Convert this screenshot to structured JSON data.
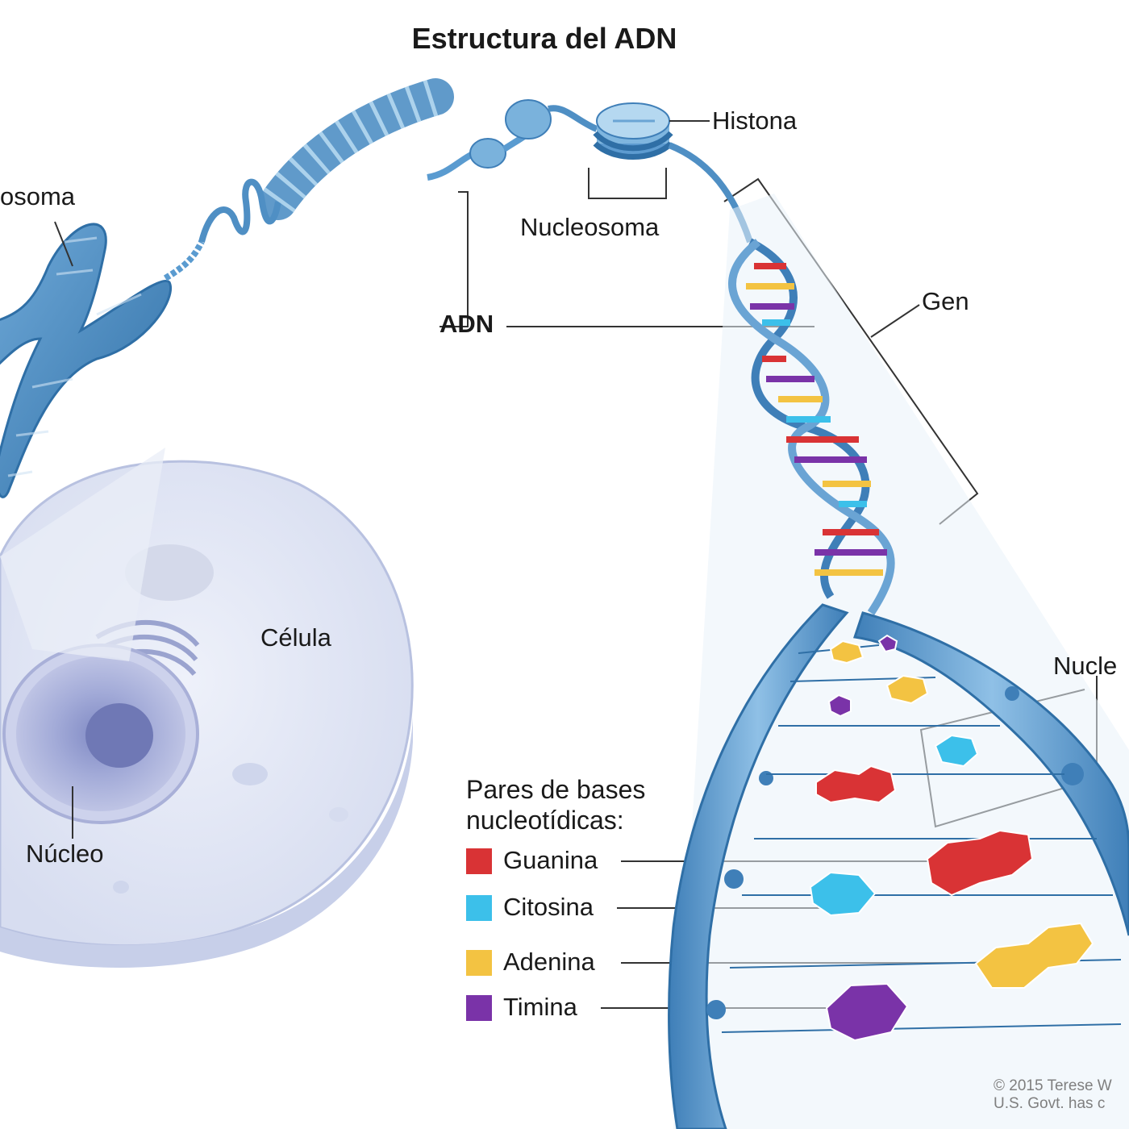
{
  "title": "Estructura del ADN",
  "labels": {
    "cromosoma": "osoma",
    "histona": "Histona",
    "nucleosoma": "Nucleosoma",
    "adn": "ADN",
    "gen": "Gen",
    "celula": "Célula",
    "nucleo": "Núcleo",
    "nucleotido": "Nucle"
  },
  "legend": {
    "title_line1": "Pares de bases",
    "title_line2": "nucleotídicas:",
    "items": [
      {
        "label": "Guanina",
        "color": "#d93335"
      },
      {
        "label": "Citosina",
        "color": "#3cc0ea"
      },
      {
        "label": "Adenina",
        "color": "#f3c342"
      },
      {
        "label": "Timina",
        "color": "#7a33a8"
      }
    ]
  },
  "copyright": {
    "line1": "© 2015 Terese W",
    "line2": "U.S. Govt. has c"
  },
  "colors": {
    "strand": "#4f8fc4",
    "strand_dark": "#2f6fa6",
    "cell": "#dfe4f3",
    "nucleus": "#8f9bd0"
  }
}
